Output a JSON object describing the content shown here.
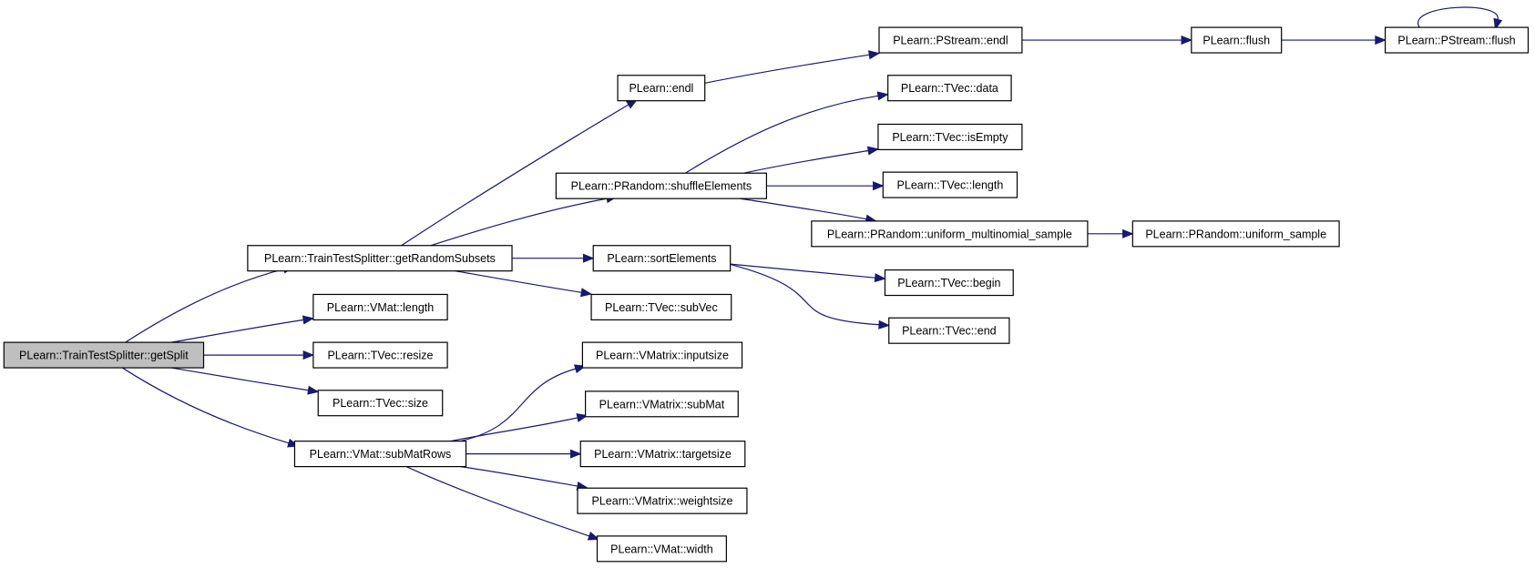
{
  "diagram": {
    "type": "call-graph",
    "root_fill": "#bfbfbf",
    "node_fill": "#ffffff",
    "edge_color": "#191970",
    "nodes": [
      {
        "id": "getSplit",
        "label": "PLearn::TrainTestSplitter::getSplit",
        "root": true
      },
      {
        "id": "getRandomSubsets",
        "label": "PLearn::TrainTestSplitter::getRandomSubsets"
      },
      {
        "id": "vmat_length",
        "label": "PLearn::VMat::length"
      },
      {
        "id": "tvec_resize",
        "label": "PLearn::TVec::resize"
      },
      {
        "id": "tvec_size",
        "label": "PLearn::TVec::size"
      },
      {
        "id": "subMatRows",
        "label": "PLearn::VMat::subMatRows"
      },
      {
        "id": "endl",
        "label": "PLearn::endl"
      },
      {
        "id": "shuffleElements",
        "label": "PLearn::PRandom::shuffleElements"
      },
      {
        "id": "sortElements",
        "label": "PLearn::sortElements"
      },
      {
        "id": "tvec_subVec",
        "label": "PLearn::TVec::subVec"
      },
      {
        "id": "inputsize",
        "label": "PLearn::VMatrix::inputsize"
      },
      {
        "id": "subMat",
        "label": "PLearn::VMatrix::subMat"
      },
      {
        "id": "targetsize",
        "label": "PLearn::VMatrix::targetsize"
      },
      {
        "id": "weightsize",
        "label": "PLearn::VMatrix::weightsize"
      },
      {
        "id": "vmat_width",
        "label": "PLearn::VMat::width"
      },
      {
        "id": "pstream_endl",
        "label": "PLearn::PStream::endl"
      },
      {
        "id": "tvec_data",
        "label": "PLearn::TVec::data"
      },
      {
        "id": "tvec_isEmpty",
        "label": "PLearn::TVec::isEmpty"
      },
      {
        "id": "tvec_length",
        "label": "PLearn::TVec::length"
      },
      {
        "id": "uniform_multinomial_sample",
        "label": "PLearn::PRandom::uniform_multinomial_sample"
      },
      {
        "id": "tvec_begin",
        "label": "PLearn::TVec::begin"
      },
      {
        "id": "tvec_end",
        "label": "PLearn::TVec::end"
      },
      {
        "id": "flush",
        "label": "PLearn::flush"
      },
      {
        "id": "uniform_sample",
        "label": "PLearn::PRandom::uniform_sample"
      },
      {
        "id": "pstream_flush",
        "label": "PLearn::PStream::flush"
      }
    ],
    "edges": [
      {
        "from": "getSplit",
        "to": "getRandomSubsets"
      },
      {
        "from": "getSplit",
        "to": "vmat_length"
      },
      {
        "from": "getSplit",
        "to": "tvec_resize"
      },
      {
        "from": "getSplit",
        "to": "tvec_size"
      },
      {
        "from": "getSplit",
        "to": "subMatRows"
      },
      {
        "from": "getRandomSubsets",
        "to": "endl"
      },
      {
        "from": "getRandomSubsets",
        "to": "shuffleElements"
      },
      {
        "from": "getRandomSubsets",
        "to": "sortElements"
      },
      {
        "from": "getRandomSubsets",
        "to": "tvec_subVec"
      },
      {
        "from": "subMatRows",
        "to": "inputsize"
      },
      {
        "from": "subMatRows",
        "to": "subMat"
      },
      {
        "from": "subMatRows",
        "to": "targetsize"
      },
      {
        "from": "subMatRows",
        "to": "weightsize"
      },
      {
        "from": "subMatRows",
        "to": "vmat_width"
      },
      {
        "from": "endl",
        "to": "pstream_endl"
      },
      {
        "from": "shuffleElements",
        "to": "tvec_data"
      },
      {
        "from": "shuffleElements",
        "to": "tvec_isEmpty"
      },
      {
        "from": "shuffleElements",
        "to": "tvec_length"
      },
      {
        "from": "shuffleElements",
        "to": "uniform_multinomial_sample"
      },
      {
        "from": "sortElements",
        "to": "tvec_begin"
      },
      {
        "from": "sortElements",
        "to": "tvec_end"
      },
      {
        "from": "pstream_endl",
        "to": "flush"
      },
      {
        "from": "uniform_multinomial_sample",
        "to": "uniform_sample"
      },
      {
        "from": "flush",
        "to": "pstream_flush"
      },
      {
        "from": "pstream_flush",
        "to": "pstream_flush"
      }
    ]
  }
}
